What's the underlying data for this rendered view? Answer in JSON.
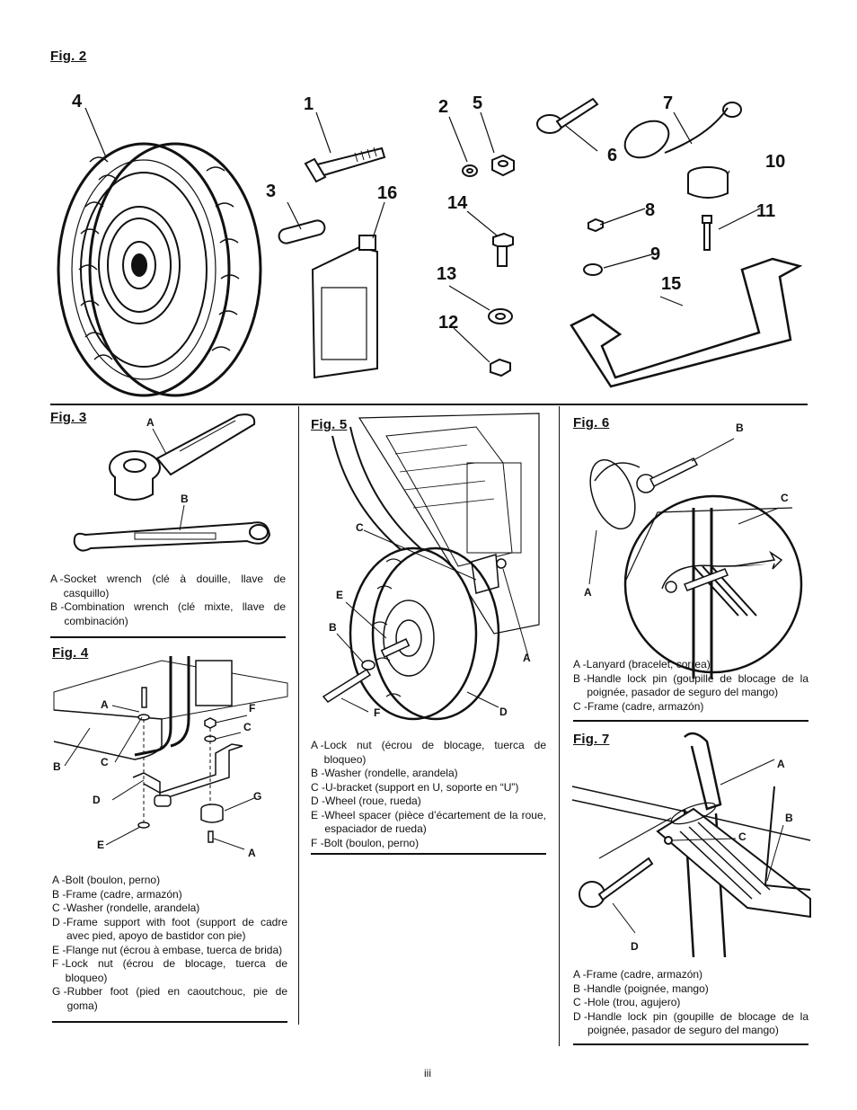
{
  "fig2": {
    "title": "Fig. 2",
    "numbers": [
      "1",
      "2",
      "3",
      "4",
      "5",
      "6",
      "7",
      "8",
      "9",
      "10",
      "11",
      "12",
      "13",
      "14",
      "15",
      "16"
    ]
  },
  "fig3": {
    "title": "Fig. 3",
    "callouts": [
      "A",
      "B"
    ],
    "legend": [
      {
        "key": "A -",
        "text": "Socket wrench (clé à douille, llave de casquillo)"
      },
      {
        "key": "B -",
        "text": "Combination wrench (clé mixte, llave de combinación)"
      }
    ]
  },
  "fig4": {
    "title": "Fig. 4",
    "callouts": [
      "A",
      "F",
      "C",
      "B",
      "C",
      "D",
      "G",
      "E",
      "A"
    ],
    "legend": [
      {
        "key": "A -",
        "text": "Bolt (boulon, perno)"
      },
      {
        "key": "B -",
        "text": "Frame (cadre, armazón)"
      },
      {
        "key": "C -",
        "text": "Washer (rondelle, arandela)"
      },
      {
        "key": "D -",
        "text": "Frame support with foot (support de cadre avec pied, apoyo de bastidor con pie)"
      },
      {
        "key": "E -",
        "text": "Flange nut (écrou à embase, tuerca de brida)"
      },
      {
        "key": "F -",
        "text": "Lock nut (écrou de blocage, tuerca de bloqueo)"
      },
      {
        "key": "G -",
        "text": "Rubber foot (pied en caoutchouc, pie de goma)"
      }
    ]
  },
  "fig5": {
    "title": "Fig. 5",
    "callouts": [
      "C",
      "E",
      "B",
      "A",
      "F",
      "D"
    ],
    "legend": [
      {
        "key": "A -",
        "text": "Lock nut (écrou de blocage, tuerca de bloqueo)"
      },
      {
        "key": "B -",
        "text": "Washer (rondelle, arandela)"
      },
      {
        "key": "C -",
        "text": "U-bracket (support en U, soporte en “U”)"
      },
      {
        "key": "D -",
        "text": "Wheel (roue, rueda)"
      },
      {
        "key": "E -",
        "text": "Wheel spacer (pièce d’écartement de la roue, espaciador de rueda)"
      },
      {
        "key": "F -",
        "text": "Bolt (boulon, perno)"
      }
    ]
  },
  "fig6": {
    "title": "Fig. 6",
    "callouts": [
      "B",
      "C",
      "A"
    ],
    "legend": [
      {
        "key": "A -",
        "text": "Lanyard (bracelet, correa)"
      },
      {
        "key": "B -",
        "text": "Handle lock pin (goupille de blocage de la poignée, pasador de seguro del mango)"
      },
      {
        "key": "C -",
        "text": "Frame (cadre, armazón)"
      }
    ]
  },
  "fig7": {
    "title": "Fig. 7",
    "callouts": [
      "A",
      "B",
      "C",
      "D"
    ],
    "legend": [
      {
        "key": "A -",
        "text": "Frame (cadre, armazón)"
      },
      {
        "key": "B -",
        "text": "Handle (poignée, mango)"
      },
      {
        "key": "C -",
        "text": "Hole (trou, agujero)"
      },
      {
        "key": "D -",
        "text": "Handle lock pin (goupille de blocage de la poignée, pasador de seguro del mango)"
      }
    ]
  },
  "page_number": "iii"
}
